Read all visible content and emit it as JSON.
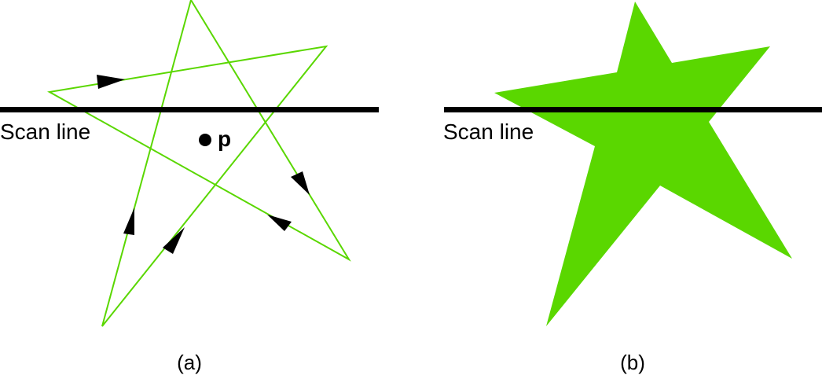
{
  "colors": {
    "star": "#5ad700",
    "line": "#000000",
    "background": "#ffffff"
  },
  "panel_a": {
    "scan_label": "Scan line",
    "point_label": "p",
    "caption": "(a)"
  },
  "panel_b": {
    "scan_label": "Scan line",
    "caption": "(b)"
  }
}
